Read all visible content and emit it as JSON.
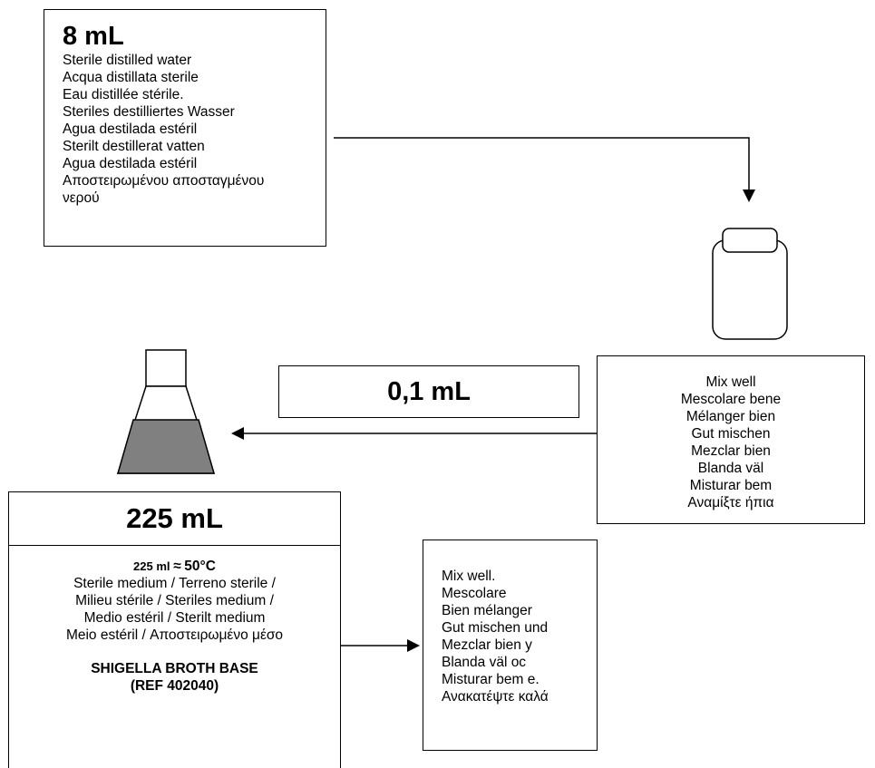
{
  "water_box": {
    "volume": "8 mL",
    "lines": [
      "Sterile distilled water",
      "Acqua distillata sterile",
      "Eau distillée stérile.",
      "Steriles destilliertes Wasser",
      "Agua destilada estéril",
      "Sterilt destillerat vatten",
      "Agua destilada estéril",
      "Αποστειρωμένου αποσταγμένου",
      "νερού"
    ]
  },
  "mix_box_1": {
    "lines": [
      "Mix well",
      "Mescolare bene",
      "Mélanger bien",
      "Gut mischen",
      "Mezclar bien",
      "Blanda väl",
      "Misturar bem",
      "Αναμίξτε ήπια"
    ]
  },
  "transfer_box": {
    "volume": "0,1 mL"
  },
  "medium_box": {
    "volume": "225 mL",
    "temp_volume": "225 ml",
    "temp_symbol": "≈",
    "temperature": "50°C",
    "lines": [
      "Sterile medium / Terreno sterile /",
      "Milieu stérile / Steriles medium /",
      "Medio estéril / Sterilt medium",
      "Meio estéril /  Αποστειρωμένο μέσο"
    ],
    "product_name": "SHIGELLA BROTH BASE",
    "product_ref": "(REF 402040)"
  },
  "mix_box_2": {
    "lines": [
      "Mix well.",
      "Mescolare",
      "Bien mélanger",
      "Gut mischen und",
      "Mezclar bien y",
      "Blanda väl oc",
      "Misturar bem e.",
      "Ανακατέψτε καλά"
    ]
  },
  "colors": {
    "line": "#000000",
    "flask_fill": "#808080",
    "background": "#ffffff"
  }
}
